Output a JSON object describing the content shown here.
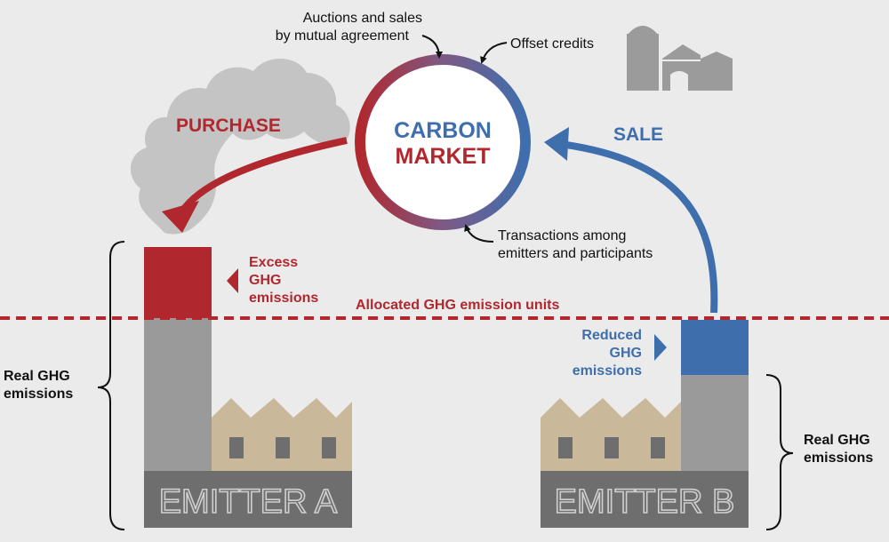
{
  "market": {
    "line1": "CARBON",
    "line2": "MARKET"
  },
  "flows": {
    "purchase": "PURCHASE",
    "sale": "SALE"
  },
  "annotations": {
    "auctions_line1": "Auctions and sales",
    "auctions_line2": "by mutual agreement",
    "offset_credits": "Offset credits",
    "transactions_line1": "Transactions among",
    "transactions_line2": "emitters and participants"
  },
  "threshold": {
    "label": "Allocated GHG emission units"
  },
  "emitter_a": {
    "name": "EMITTER A",
    "excess_line1": "Excess",
    "excess_line2": "GHG",
    "excess_line3": "emissions",
    "real_line1": "Real GHG",
    "real_line2": "emissions"
  },
  "emitter_b": {
    "name": "EMITTER B",
    "reduced_line1": "Reduced",
    "reduced_line2": "GHG",
    "reduced_line3": "emissions",
    "real_line1": "Real GHG",
    "real_line2": "emissions"
  },
  "colors": {
    "red": "#b0282e",
    "blue": "#3f6ead",
    "stack_gray": "#9a9a9a",
    "base_dark": "#6e6e6e",
    "building_tan": "#c9b99a",
    "cloud": "#c4c4c4",
    "background": "#ebebeb"
  },
  "icons": {
    "farm": "barn-silo-icon",
    "cloud": "smoke-cloud-icon"
  }
}
